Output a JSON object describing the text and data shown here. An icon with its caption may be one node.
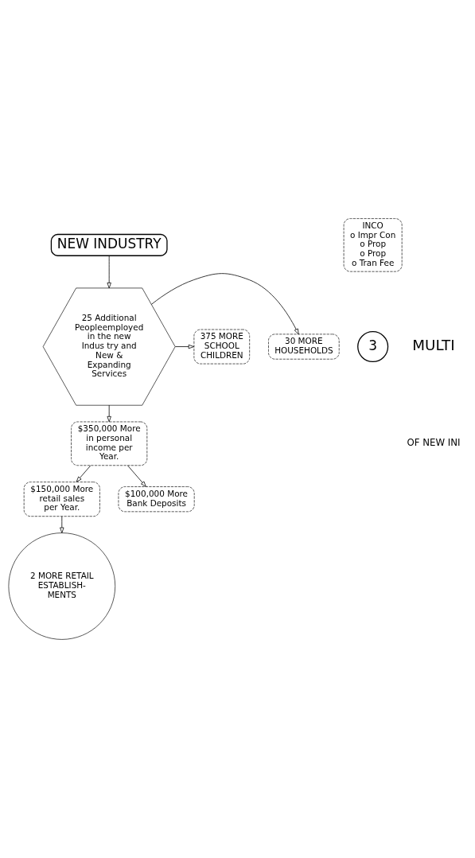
{
  "diagram": {
    "nodes": [
      {
        "text": [
          "NEW INDUSTRY"
        ]
      },
      {
        "text": [
          "25 Additional Peopleemployed in the new Indus try and New & Expanding Services"
        ]
      },
      {
        "text": [
          "30 MORE HOUSEHOLDS"
        ]
      },
      {
        "text": [
          "375 MORE SCHOOL CHILDREN"
        ]
      },
      {
        "text": [
          "$350,000 More in personal income per Year."
        ]
      },
      {
        "text": [
          "$150,000 More retail sales per Year."
        ]
      },
      {
        "text": [
          "$100,000 More Bank Deposits"
        ]
      },
      {
        "text": [
          "2 MORE RETAIL ESTABLISH- MENTS"
        ]
      },
      {
        "text": [
          "INCO",
          "o Impr Con",
          "o Prop",
          "o Prop",
          "o Tran Fee"
        ]
      },
      {
        "text": [
          "3"
        ]
      }
    ],
    "edges": [
      {
        "from": 0,
        "to": 1,
        "arrow": "to"
      },
      {
        "from": 1,
        "to": 2,
        "arrow": "to"
      },
      {
        "from": 1,
        "to": 3,
        "arrow": "to"
      },
      {
        "from": 1,
        "to": 4,
        "arrow": "to"
      },
      {
        "from": 4,
        "to": 5,
        "arrow": "to"
      },
      {
        "from": 4,
        "to": 6,
        "arrow": "to"
      },
      {
        "from": 5,
        "to": 7,
        "arrow": "to"
      }
    ],
    "labels": [
      "MULTI",
      "OF NEW INI"
    ]
  }
}
